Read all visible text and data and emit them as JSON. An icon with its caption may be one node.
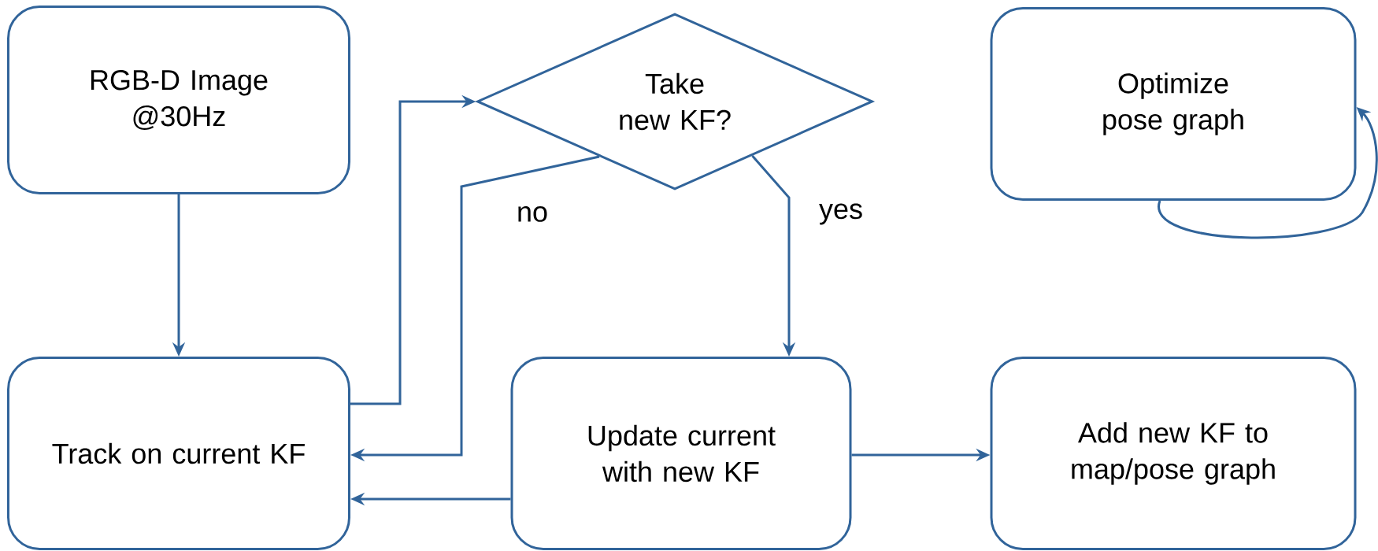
{
  "diagram": {
    "nodes": [
      {
        "text": [
          "RGB-D Image @30Hz"
        ]
      },
      {
        "text": [
          "Take new KF?"
        ]
      },
      {
        "text": [
          "Optimize pose graph"
        ]
      },
      {
        "text": [
          "Track on current KF"
        ]
      },
      {
        "text": [
          "Update current with new KF"
        ]
      },
      {
        "text": [
          "Add new KF to map/pose graph"
        ]
      }
    ],
    "edges": [
      {
        "from": 0,
        "to": 3,
        "arrow": "to"
      },
      {
        "from": 3,
        "to": 1,
        "arrow": "to"
      },
      {
        "from": 1,
        "to": 3,
        "arrow": "to",
        "label": "no"
      },
      {
        "from": 1,
        "to": 4,
        "arrow": "to",
        "label": "yes"
      },
      {
        "from": 4,
        "to": 3,
        "arrow": "to"
      },
      {
        "from": 4,
        "to": 5,
        "arrow": "to"
      },
      {
        "from": 2,
        "to": 2,
        "arrow": "to"
      }
    ]
  }
}
